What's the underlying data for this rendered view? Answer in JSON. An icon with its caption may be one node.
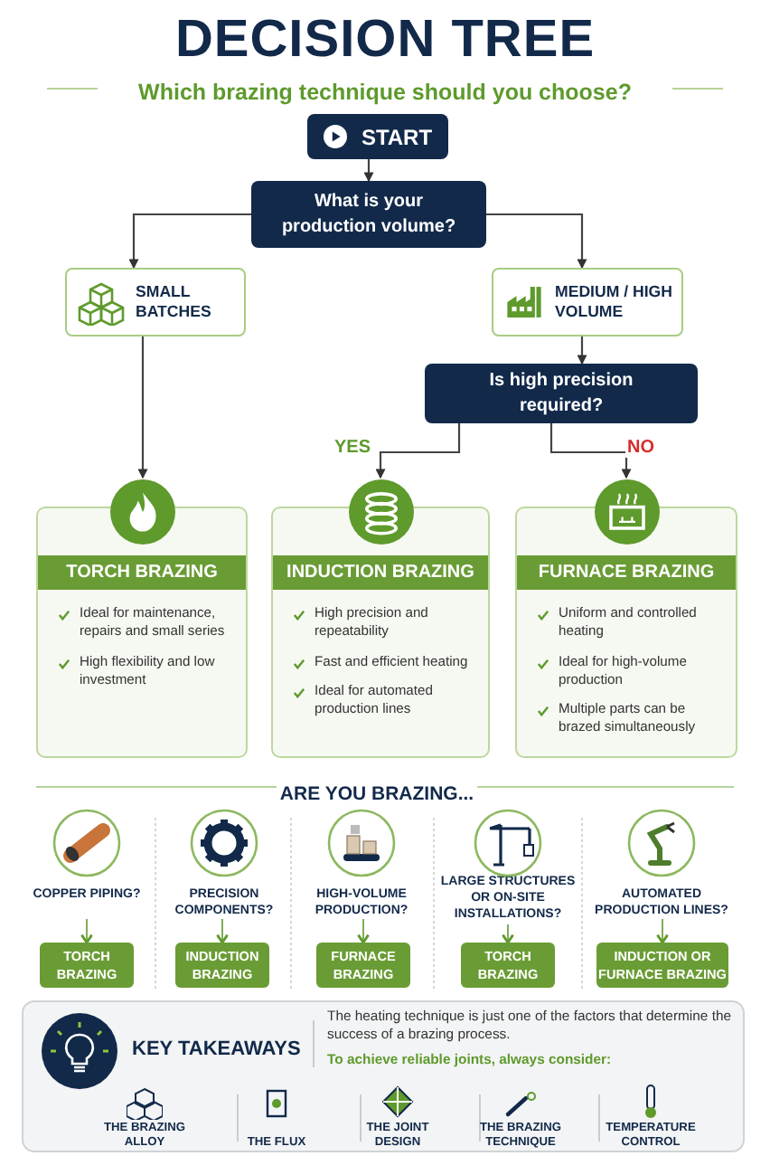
{
  "diagram": {
    "title": "DECISION TREE",
    "caption": "Which brazing technique should you choose?",
    "nodes": [
      {
        "text": [
          "START"
        ]
      },
      {
        "text": [
          "What is your production volume?"
        ]
      },
      {
        "text": [
          "SMALL BATCHES"
        ]
      },
      {
        "text": [
          "MEDIUM / HIGH VOLUME"
        ]
      },
      {
        "text": [
          "Is high precision required?"
        ]
      },
      {
        "text": [
          "TORCH BRAZING",
          "Ideal for maintenance, repairs and small series",
          "High flexibility and low investment"
        ]
      },
      {
        "text": [
          "INDUCTION BRAZING",
          "High precision and repeatability",
          "Fast and efficient heating",
          "Ideal for automated production lines"
        ]
      },
      {
        "text": [
          "FURNACE BRAZING",
          "Uniform and controlled heating",
          "Ideal for high-volume production",
          "Multiple parts can be brazed simultaneously"
        ]
      },
      {
        "text": [
          "COPPER PIPING?"
        ]
      },
      {
        "text": [
          "PRECISION COMPONENTS?"
        ]
      },
      {
        "text": [
          "HIGH-VOLUME PRODUCTION?"
        ]
      },
      {
        "text": [
          "LARGE STRUCTURES OR ON-SITE INSTALLATIONS?"
        ]
      },
      {
        "text": [
          "AUTOMATED PRODUCTION LINES?"
        ]
      },
      {
        "text": [
          "TORCH BRAZING"
        ]
      },
      {
        "text": [
          "INDUCTION BRAZING"
        ]
      },
      {
        "text": [
          "FURNACE BRAZING"
        ]
      },
      {
        "text": [
          "TORCH BRAZING"
        ]
      },
      {
        "text": [
          "INDUCTION OR FURNACE BRAZING"
        ]
      },
      {
        "text": [
          "KEY TAKEAWAYS",
          "The heating technique is just one of the factors that determine the success of a brazing process.",
          "To achieve reliable joints, always consider:"
        ]
      }
    ],
    "edges": [
      {
        "from": 0,
        "to": 1,
        "arrow": "to"
      },
      {
        "from": 1,
        "to": 2,
        "arrow": "to"
      },
      {
        "from": 1,
        "to": 3,
        "arrow": "to"
      },
      {
        "from": 3,
        "to": 4,
        "arrow": "to"
      },
      {
        "from": 2,
        "to": 5,
        "arrow": "to"
      },
      {
        "from": 4,
        "to": 6,
        "arrow": "to",
        "label": "YES"
      },
      {
        "from": 4,
        "to": 7,
        "arrow": "to",
        "label": "NO"
      },
      {
        "from": 8,
        "to": 13,
        "arrow": "to"
      },
      {
        "from": 9,
        "to": 14,
        "arrow": "to"
      },
      {
        "from": 10,
        "to": 15,
        "arrow": "to"
      },
      {
        "from": 11,
        "to": 16,
        "arrow": "to"
      },
      {
        "from": 12,
        "to": 17,
        "arrow": "to"
      }
    ],
    "labels": [
      "ARE YOU BRAZING...",
      "THE BRAZING ALLOY",
      "THE FLUX",
      "THE JOINT DESIGN",
      "THE BRAZING TECHNIQUE",
      "TEMPERATURE CONTROL"
    ]
  }
}
